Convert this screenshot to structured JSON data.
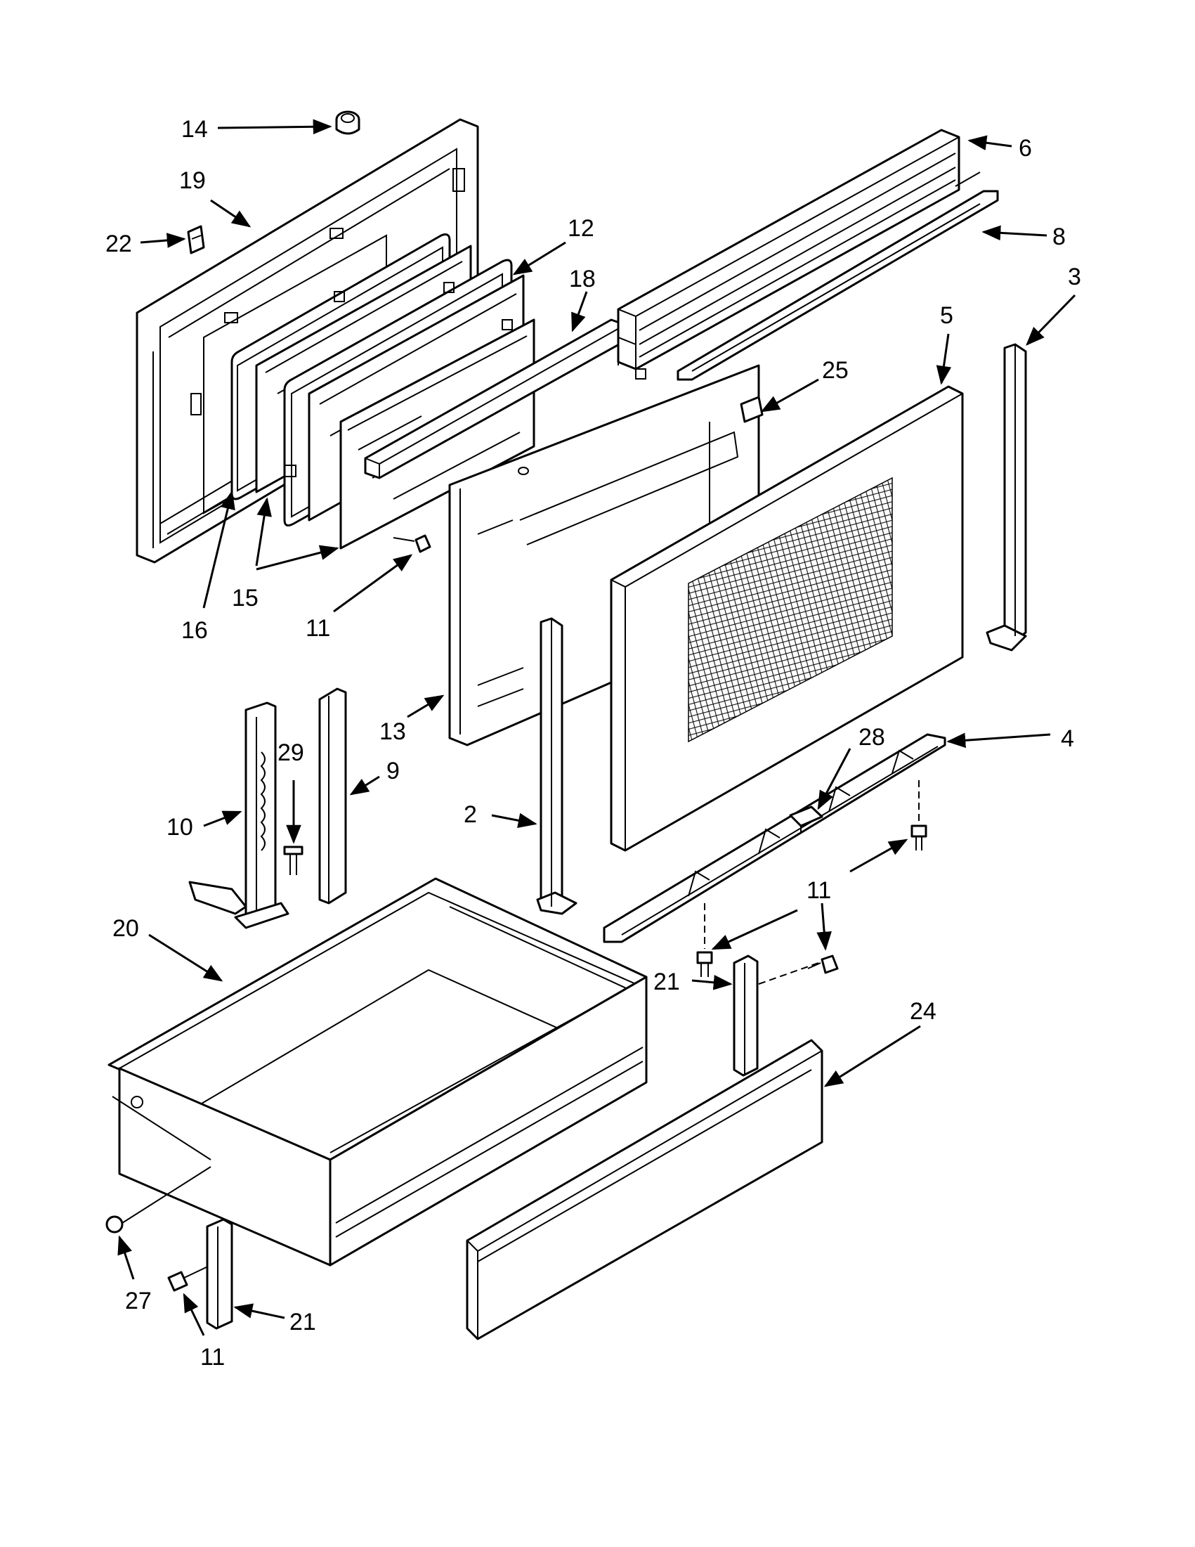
{
  "callouts": [
    {
      "id": "c14a",
      "text": "14"
    },
    {
      "id": "c19",
      "text": "19"
    },
    {
      "id": "c22",
      "text": "22"
    },
    {
      "id": "c12",
      "text": "12"
    },
    {
      "id": "c18",
      "text": "18"
    },
    {
      "id": "c6",
      "text": "6"
    },
    {
      "id": "c8",
      "text": "8"
    },
    {
      "id": "c3",
      "text": "3"
    },
    {
      "id": "c5",
      "text": "5"
    },
    {
      "id": "c25",
      "text": "25"
    },
    {
      "id": "c16",
      "text": "16"
    },
    {
      "id": "c15",
      "text": "15"
    },
    {
      "id": "c11a",
      "text": "11"
    },
    {
      "id": "c13",
      "text": "13"
    },
    {
      "id": "c29",
      "text": "29"
    },
    {
      "id": "c9",
      "text": "9"
    },
    {
      "id": "c10",
      "text": "10"
    },
    {
      "id": "c2",
      "text": "2"
    },
    {
      "id": "c28",
      "text": "28"
    },
    {
      "id": "c4",
      "text": "4"
    },
    {
      "id": "c20",
      "text": "20"
    },
    {
      "id": "c11b",
      "text": "11"
    },
    {
      "id": "c21a",
      "text": "21"
    },
    {
      "id": "c24",
      "text": "24"
    },
    {
      "id": "c27",
      "text": "27"
    },
    {
      "id": "c21b",
      "text": "21"
    },
    {
      "id": "c11c",
      "text": "11"
    }
  ]
}
